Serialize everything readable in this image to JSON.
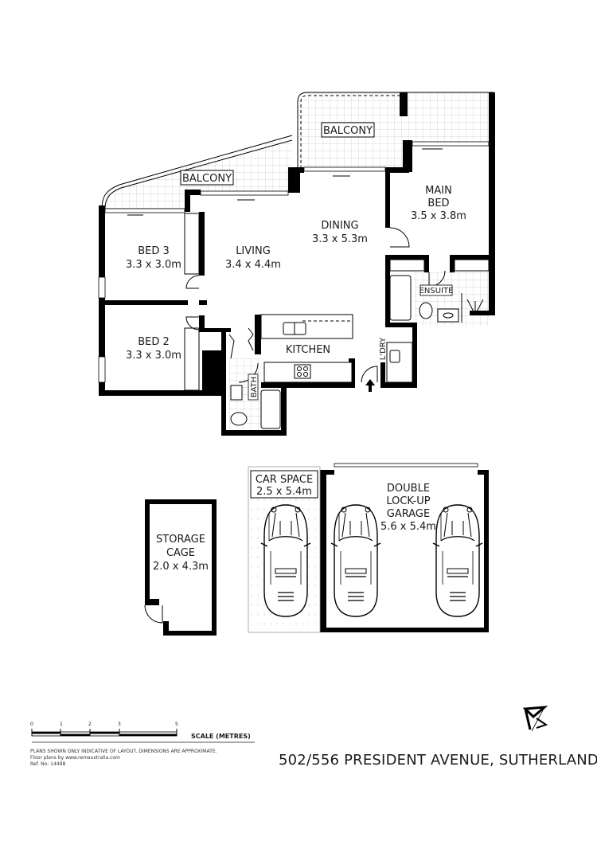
{
  "plan": {
    "address": "502/556 PRESIDENT AVENUE, SUTHERLAND",
    "rooms": [
      {
        "id": "balcony-upper",
        "name": "BALCONY",
        "dims": ""
      },
      {
        "id": "balcony-lower",
        "name": "BALCONY",
        "dims": ""
      },
      {
        "id": "main-bed",
        "name_line1": "MAIN",
        "name_line2": "BED",
        "dims": "3.5 x 3.8m"
      },
      {
        "id": "dining",
        "name": "DINING",
        "dims": "3.3 x 5.3m"
      },
      {
        "id": "living",
        "name": "LIVING",
        "dims": "3.4 x 4.4m"
      },
      {
        "id": "bed3",
        "name": "BED 3",
        "dims": "3.3 x 3.0m"
      },
      {
        "id": "bed2",
        "name": "BED 2",
        "dims": "3.3 x 3.0m"
      },
      {
        "id": "kitchen",
        "name": "KITCHEN",
        "dims": ""
      },
      {
        "id": "ensuite",
        "name": "ENSUITE",
        "dims": ""
      },
      {
        "id": "bath",
        "name": "BATH",
        "dims": ""
      },
      {
        "id": "laundry",
        "name": "L'DRY",
        "dims": ""
      }
    ],
    "outbuildings": [
      {
        "id": "storage",
        "line1": "STORAGE",
        "line2": "CAGE",
        "dims": "2.0 x 4.3m"
      },
      {
        "id": "car-space",
        "line1": "CAR SPACE",
        "dims": "2.5 x 5.4m"
      },
      {
        "id": "garage",
        "line1": "DOUBLE",
        "line2": "LOCK-UP",
        "line3": "GARAGE",
        "dims": "5.6 x 5.4m"
      }
    ]
  },
  "scale": {
    "title": "SCALE (METRES)",
    "ticks": [
      "0",
      "1",
      "2",
      "3",
      "5"
    ]
  },
  "footer": {
    "disclaimer": "PLANS SHOWN ONLY INDICATIVE OF LAYOUT.  DIMENSIONS ARE APPROXIMATE.",
    "credit": "Floor plans by www.remaustralia.com",
    "ref": "Ref. No: 14498"
  },
  "icons": {
    "north": "north-arrow-icon",
    "entry": "entry-arrow-icon"
  }
}
